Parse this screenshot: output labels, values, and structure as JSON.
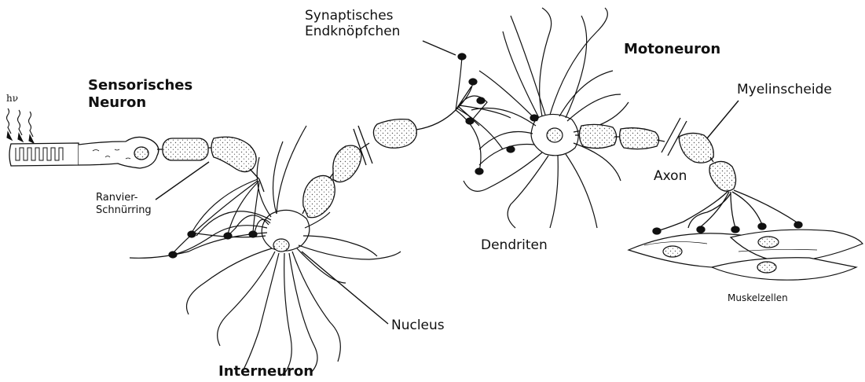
{
  "labels": {
    "sensory_neuron": "Sensorisches\nNeuron",
    "synaptic_terminal": "Synaptisches\nEndknöpfchen",
    "motor_neuron": "Motoneuron",
    "myelin_sheath": "Myelinscheide",
    "axon": "Axon",
    "node_of_ranvier": "Ranvier-\nSchnürring",
    "dendrites": "Dendriten",
    "muscle_cells": "Muskelzellen",
    "nucleus": "Nucleus",
    "interneuron": "Interneuron",
    "light_symbol": "hν"
  },
  "colors": {
    "ink": "#111111",
    "stipple": "#555555",
    "background": "#ffffff"
  }
}
